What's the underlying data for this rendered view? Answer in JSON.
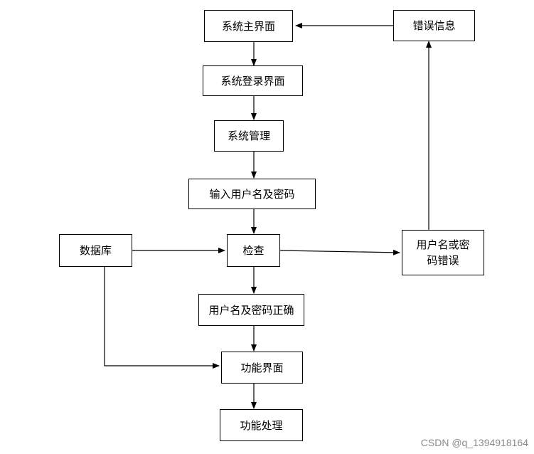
{
  "nodes": {
    "main_ui": "系统主界面",
    "error_info": "错误信息",
    "login_ui": "系统登录界面",
    "sys_manage": "系统管理",
    "input_credentials": "输入用户名及密码",
    "database": "数据库",
    "check": "检查",
    "wrong_line1": "用户名或密",
    "wrong_line2": "码错误",
    "correct": "用户名及密码正确",
    "function_ui": "功能界面",
    "function_process": "功能处理"
  },
  "watermark": "CSDN @q_1394918164"
}
